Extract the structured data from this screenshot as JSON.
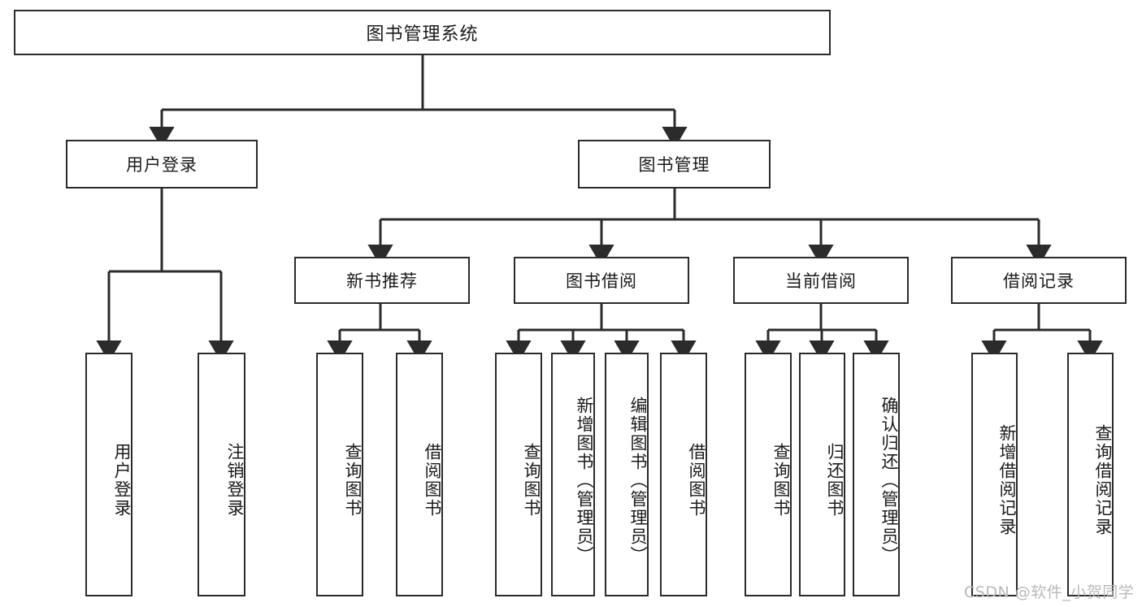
{
  "diagram": {
    "title": "图书管理系统",
    "type": "tree",
    "root": {
      "id": "root",
      "label": "图书管理系统"
    },
    "level2": [
      {
        "id": "user-login",
        "label": "用户登录"
      },
      {
        "id": "book-management",
        "label": "图书管理"
      }
    ],
    "level3": [
      {
        "id": "new-book-recommend",
        "label": "新书推荐",
        "parent": "book-management"
      },
      {
        "id": "book-borrow",
        "label": "图书借阅",
        "parent": "book-management"
      },
      {
        "id": "current-borrow",
        "label": "当前借阅",
        "parent": "book-management"
      },
      {
        "id": "borrow-record",
        "label": "借阅记录",
        "parent": "book-management"
      }
    ],
    "leaves": [
      {
        "id": "leaf-user-login",
        "label": "用户登录",
        "parent": "user-login"
      },
      {
        "id": "leaf-logout",
        "label": "注销登录",
        "parent": "user-login"
      },
      {
        "id": "leaf-query-book-1",
        "label": "查询图书",
        "parent": "new-book-recommend"
      },
      {
        "id": "leaf-borrow-book-1",
        "label": "借阅图书",
        "parent": "new-book-recommend"
      },
      {
        "id": "leaf-query-book-2",
        "label": "查询图书",
        "parent": "book-borrow"
      },
      {
        "id": "leaf-add-book",
        "label": "新增图书（管理员）",
        "parent": "book-borrow"
      },
      {
        "id": "leaf-edit-book",
        "label": "编辑图书（管理员）",
        "parent": "book-borrow"
      },
      {
        "id": "leaf-borrow-book-2",
        "label": "借阅图书",
        "parent": "book-borrow"
      },
      {
        "id": "leaf-query-book-3",
        "label": "查询图书",
        "parent": "current-borrow"
      },
      {
        "id": "leaf-return-book",
        "label": "归还图书",
        "parent": "current-borrow"
      },
      {
        "id": "leaf-confirm-return",
        "label": "确认归还（管理员）",
        "parent": "current-borrow"
      },
      {
        "id": "leaf-add-record",
        "label": "新增借阅记录",
        "parent": "borrow-record"
      },
      {
        "id": "leaf-query-record",
        "label": "查询借阅记录",
        "parent": "borrow-record"
      }
    ],
    "watermark": "CSDN @软件_小贺同学",
    "colors": {
      "stroke": "#2b2b2b",
      "text": "#1a1a1a",
      "background": "#ffffff",
      "watermark": "#b9b9b9"
    }
  }
}
